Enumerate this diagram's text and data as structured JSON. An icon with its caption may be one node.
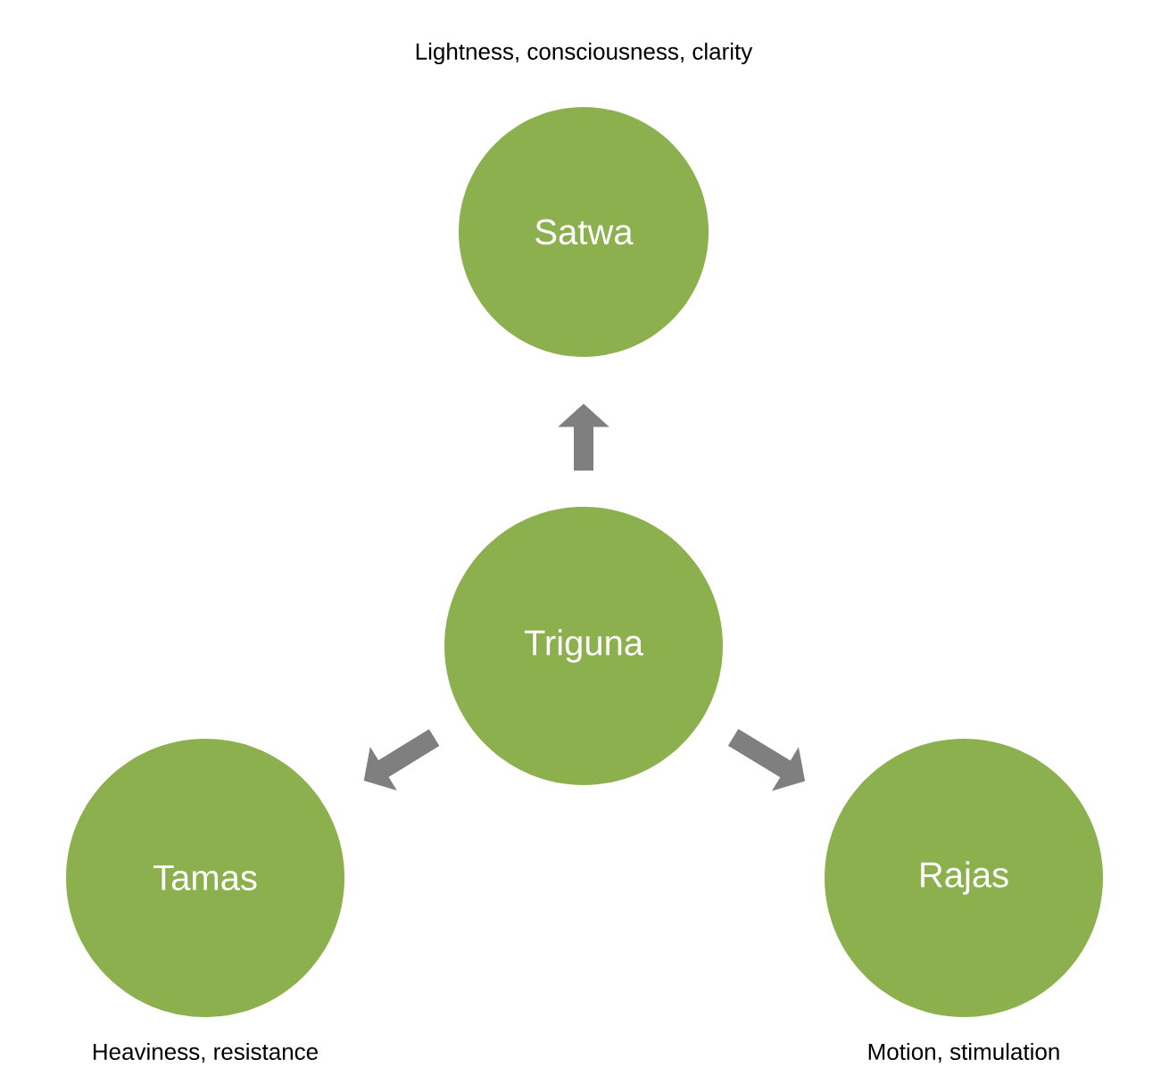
{
  "diagram": {
    "nodes": [
      {
        "text": [
          "Satwa"
        ],
        "beside": [
          "Lightness, consciousness, clarity"
        ]
      },
      {
        "text": [
          "Triguna"
        ]
      },
      {
        "text": [
          "Tamas"
        ],
        "beside": [
          "Heaviness, resistance"
        ]
      },
      {
        "text": [
          "Rajas"
        ],
        "beside": [
          "Motion, stimulation"
        ]
      }
    ],
    "edges": [
      {
        "from": 1,
        "to": 0,
        "arrow": "to"
      },
      {
        "from": 1,
        "to": 2,
        "arrow": "to"
      },
      {
        "from": 1,
        "to": 3,
        "arrow": "to"
      }
    ]
  }
}
